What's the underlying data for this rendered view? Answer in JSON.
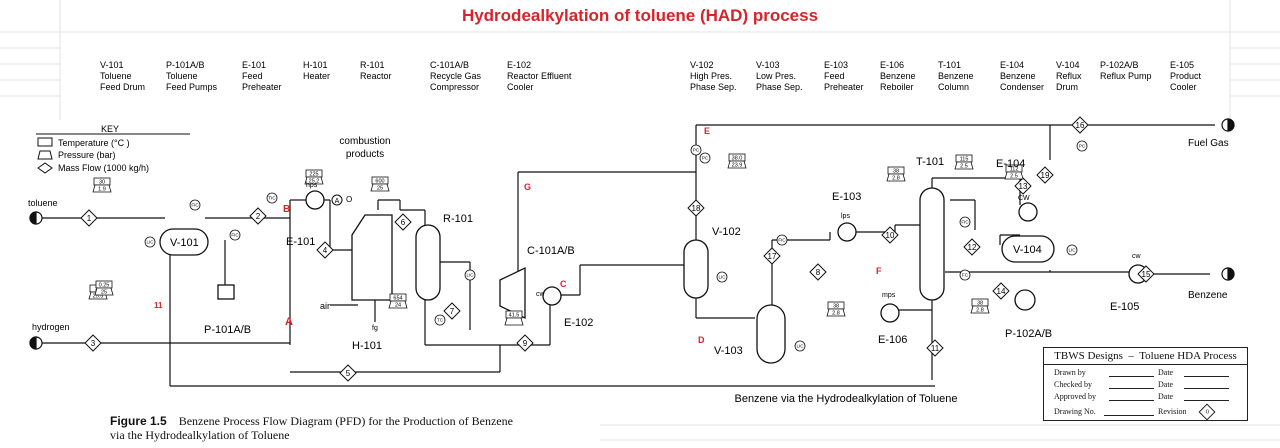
{
  "page_title": "Hydrodealkylation of toluene (HAD) process",
  "equipment_legend": [
    {
      "tag": "V-101",
      "l1": "Toluene",
      "l2": "Feed Drum"
    },
    {
      "tag": "P-101A/B",
      "l1": "Toluene",
      "l2": "Feed Pumps"
    },
    {
      "tag": "E-101",
      "l1": "Feed",
      "l2": "Preheater"
    },
    {
      "tag": "H-101",
      "l1": "Heater",
      "l2": ""
    },
    {
      "tag": "R-101",
      "l1": "Reactor",
      "l2": ""
    },
    {
      "tag": "C-101A/B",
      "l1": "Recycle Gas",
      "l2": "Compressor"
    },
    {
      "tag": "E-102",
      "l1": "Reactor Effluent",
      "l2": "Cooler"
    },
    {
      "tag": "V-102",
      "l1": "High Pres.",
      "l2": "Phase Sep."
    },
    {
      "tag": "V-103",
      "l1": "Low Pres.",
      "l2": "Phase Sep."
    },
    {
      "tag": "E-103",
      "l1": "Feed",
      "l2": "Preheater"
    },
    {
      "tag": "E-106",
      "l1": "Benzene",
      "l2": "Reboiler"
    },
    {
      "tag": "T-101",
      "l1": "Benzene",
      "l2": "Column"
    },
    {
      "tag": "E-104",
      "l1": "Benzene",
      "l2": "Condenser"
    },
    {
      "tag": "V-104",
      "l1": "Reflux",
      "l2": "Drum"
    },
    {
      "tag": "P-102A/B",
      "l1": "Reflux Pump",
      "l2": ""
    },
    {
      "tag": "E-105",
      "l1": "Product",
      "l2": "Cooler"
    }
  ],
  "key": {
    "title": "KEY",
    "temperature": "Temperature (°C )",
    "pressure": "Pressure (bar)",
    "mass_flow": "Mass Flow (1000 kg/h)"
  },
  "labels": {
    "toluene": "toluene",
    "hydrogen": "hydrogen",
    "fuel_gas": "Fuel Gas",
    "benzene": "Benzene",
    "combustion1": "combustion",
    "combustion2": "products",
    "air": "air",
    "fg": "fg",
    "hps": "hps",
    "o2": "O",
    "cw1": "cw",
    "cw2": "CW",
    "cw3": "cw",
    "lps": "lps",
    "mps": "mps",
    "a_circle": "A",
    "via": "Benzene via the Hydrodealkylation of Toluene"
  },
  "eq_tags": {
    "v101": "V-101",
    "p101": "P-101A/B",
    "e101": "E-101",
    "h101": "H-101",
    "r101": "R-101",
    "c101": "C-101A/B",
    "e102": "E-102",
    "v102": "V-102",
    "v103": "V-103",
    "e103": "E-103",
    "t101": "T-101",
    "e104": "E-104",
    "v104": "V-104",
    "e105": "E-105",
    "e106": "E-106",
    "p102": "P-102A/B"
  },
  "red_markers": {
    "A": "A",
    "B": "B",
    "C": "C",
    "D": "D",
    "E": "E",
    "F": "F",
    "G": "G",
    "n11": "11"
  },
  "streams": [
    "1",
    "2",
    "3",
    "4",
    "5",
    "6",
    "7",
    "8",
    "9",
    "10",
    "11",
    "12",
    "13",
    "14",
    "15",
    "16",
    "17",
    "18",
    "19"
  ],
  "temp_boxes": [
    {
      "t": "30",
      "p": "1.9"
    },
    {
      "t": "25",
      "p": "25.5"
    },
    {
      "t": "225",
      "p": "25.2"
    },
    {
      "t": "600",
      "p": "25"
    },
    {
      "t": "38.0",
      "p": "23.9"
    },
    {
      "t": "654",
      "p": "24"
    },
    {
      "t": "115",
      "p": "2.5"
    },
    {
      "t": "38",
      "p": "2.8"
    },
    {
      "t": "112",
      "p": "2.5"
    },
    {
      "t": "38",
      "p": "2.8"
    },
    {
      "t": "38",
      "p": "2.8"
    },
    {
      "t": "0.25",
      "p": "25"
    },
    {
      "t": "41.5",
      "p": ""
    }
  ],
  "instr": [
    "LIC",
    "FIC",
    "TIC",
    "FIC",
    "LIC",
    "PC",
    "LIC",
    "PC",
    "LIC",
    "FIC",
    "TC",
    "LIC",
    "FC",
    "PC",
    "FIC"
  ],
  "caption": {
    "fig": "Figure 1.5",
    "line1": "Benzene Process Flow Diagram (PFD) for the Production of Benzene",
    "line2": "via the Hydrodealkylation of Toluene"
  },
  "title_block": {
    "company": "TBWS Designs",
    "dash": "–",
    "process": "Toluene HDA Process",
    "drawn": "Drawn by",
    "checked": "Checked by",
    "approved": "Approved by",
    "drawing": "Drawing No.",
    "date": "Date",
    "revision": "Revision",
    "rev_no": "0"
  }
}
